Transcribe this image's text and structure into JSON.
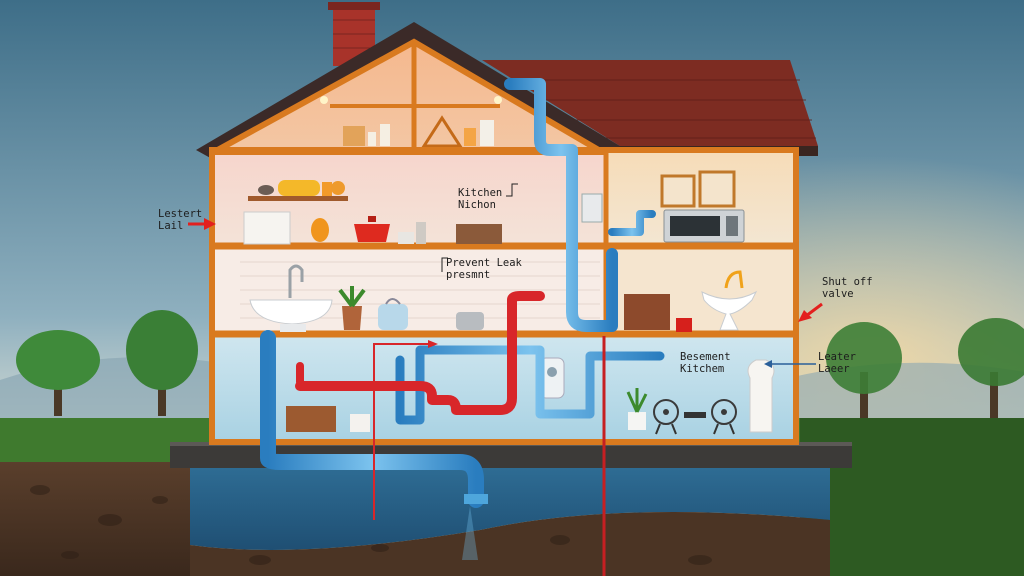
{
  "labels": {
    "kitchen_line1": "Kitchen",
    "kitchen_line2": "Nichon",
    "prevent_line1": "Prevent Leak",
    "prevent_line2": "presmnt",
    "left_line1": "Lestert",
    "left_line2": "Lail",
    "shutoff_line1": "Shut off",
    "shutoff_line2": "valve",
    "basement_line1": "Besement",
    "basement_line2": "Kitchem",
    "leater_line1": "Leater",
    "leater_line2": "Laeer"
  },
  "colors": {
    "sky_top": "#3d6f8a",
    "sky_bottom": "#c9d3cd",
    "frame": "#d97a1f",
    "roof": "#7a2a22",
    "water_pipe": "#3d98d6",
    "hot_pipe": "#d8262a",
    "ground": "#4f3626",
    "grass": "#3e7a2c"
  },
  "icons": [
    "chimney-icon",
    "roof-icon",
    "sink-icon",
    "toilet-icon",
    "microwave-icon",
    "water-heater-icon",
    "fan-icon",
    "plant-icon",
    "tree-icon",
    "pot-icon"
  ]
}
